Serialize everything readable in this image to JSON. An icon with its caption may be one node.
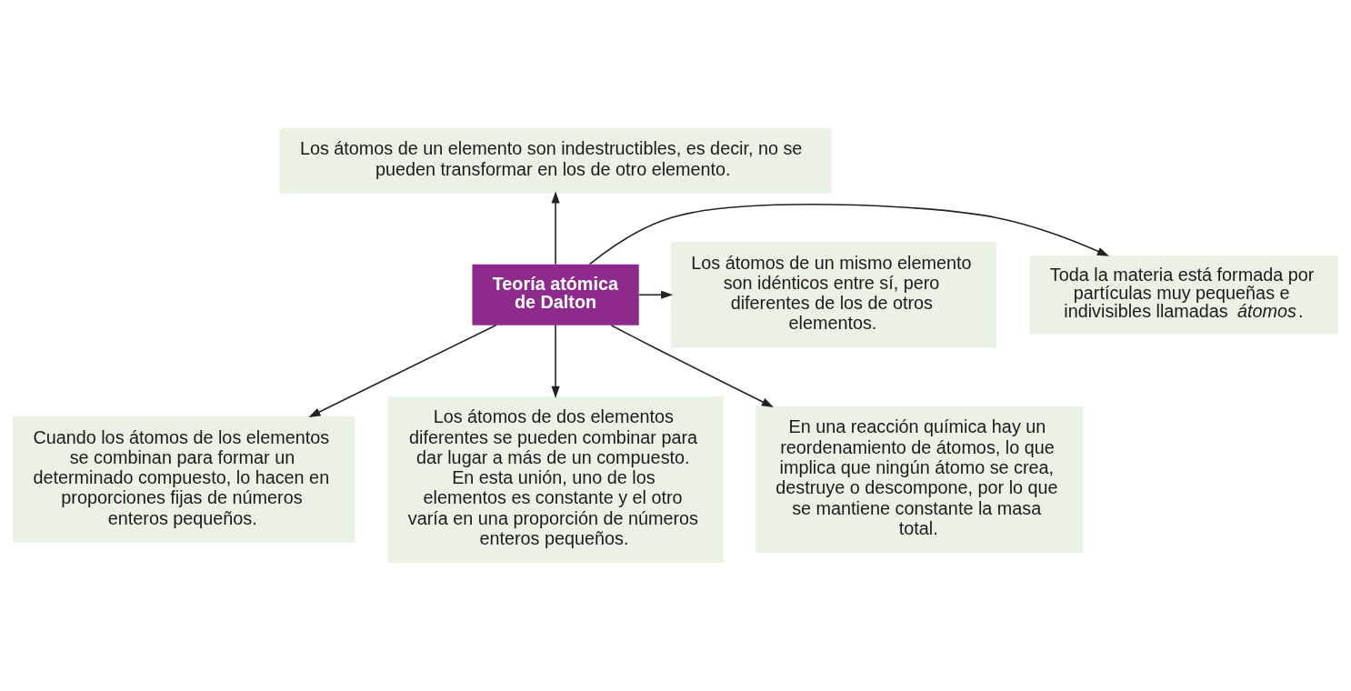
{
  "diagram": {
    "nodes": [
      {
        "text": [
          "Los átomos de un elemento son indestructibles, es decir, no se pueden transformar en los de otro elemento."
        ]
      },
      {
        "text": [
          "Toda la materia está formada por partículas muy pequeñas e indivisibles llamadas *átomos*."
        ]
      },
      {
        "text": [
          "Teoría atómica de Dalton"
        ]
      },
      {
        "text": [
          "Los átomos de un mismo elemento son idénticos entre sí, pero diferentes de los de otros elementos."
        ]
      },
      {
        "text": [
          "Cuando los átomos de los elementos se combinan para formar un determinado compuesto, lo hacen en proporciones fijas de números enteros pequeños."
        ]
      },
      {
        "text": [
          "Los átomos de dos elementos diferentes se pueden combinar para dar lugar a más de un compuesto. En esta unión, uno de los elementos es constante y el otro varía en una proporción de números enteros pequeños."
        ]
      },
      {
        "text": [
          "En una reacción química hay un reordenamiento de átomos, lo que implica que ningún átomo se crea, destruye o descompone, por lo que se mantiene constante la masa total."
        ]
      }
    ],
    "edges": [
      {
        "from": 2,
        "to": 0,
        "arrow": "to"
      },
      {
        "from": 2,
        "to": 1,
        "arrow": "to"
      },
      {
        "from": 2,
        "to": 3,
        "arrow": "to"
      },
      {
        "from": 2,
        "to": 4,
        "arrow": "to"
      },
      {
        "from": 2,
        "to": 5,
        "arrow": "to"
      },
      {
        "from": 2,
        "to": 6,
        "arrow": "to"
      }
    ]
  }
}
